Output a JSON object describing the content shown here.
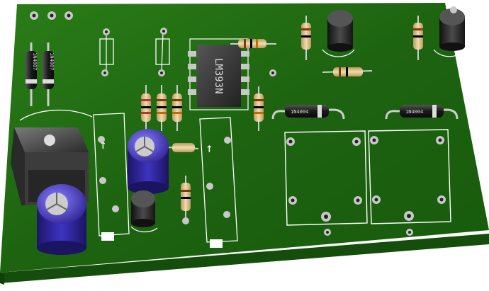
{
  "board": {
    "pcb_color": "#1f6b12",
    "silk_color": "#ffffff",
    "pad_color": "#c8c8c8",
    "edge_color": "#1a5a0e"
  },
  "components": {
    "ic_label": "LM393N",
    "diode_labels": [
      "1N4007",
      "1N4007",
      "1N4004",
      "1N4004"
    ],
    "electrolytic_color": "#3a2fb0",
    "transistor_color": "#2a2a2a",
    "regulator_color": "#3c3c3c"
  },
  "arrows": [
    "↑",
    "↑"
  ]
}
